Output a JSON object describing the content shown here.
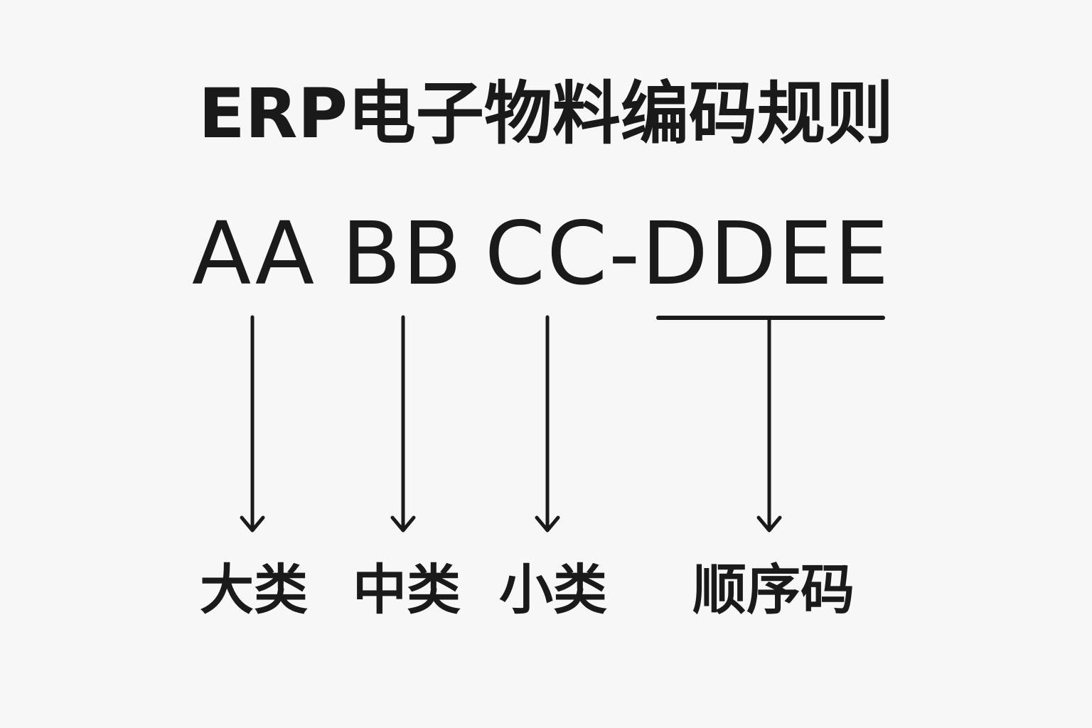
{
  "title": "ERP电子物料编码规则",
  "code": {
    "segments": [
      "AA",
      "BB",
      "CC-DDEE"
    ]
  },
  "labels": {
    "major": "大类",
    "middle": "中类",
    "minor": "小类",
    "sequence": "顺序码"
  },
  "colors": {
    "background": "#f7f7f7",
    "ink": "#1a1a1a"
  }
}
